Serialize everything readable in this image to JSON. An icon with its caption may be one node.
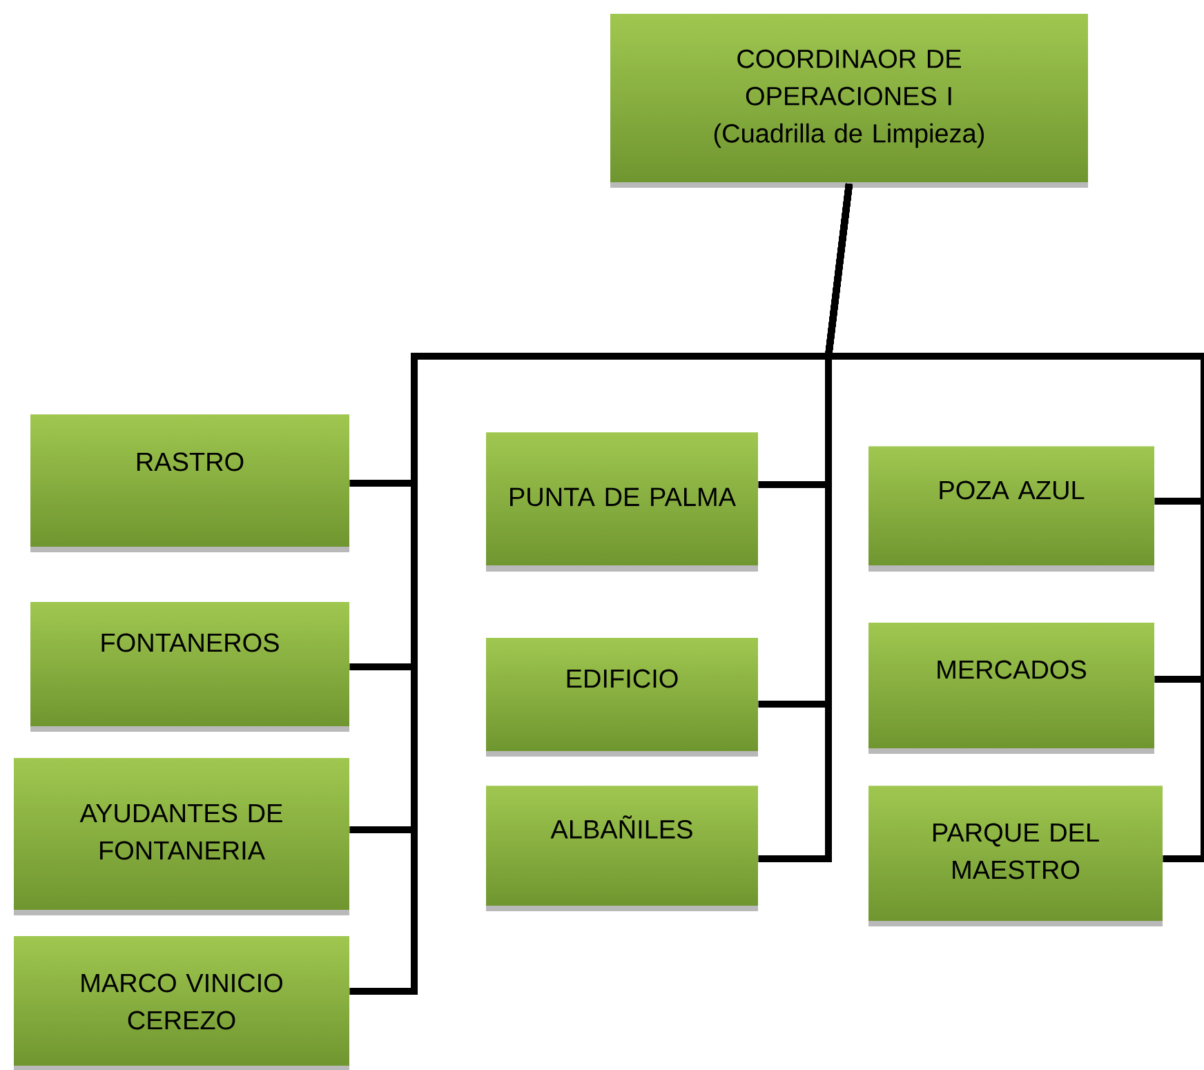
{
  "diagram": {
    "nodes": [
      {
        "text": [
          "COORDINAOR DE OPERACIONES I (Cuadrilla de Limpieza)"
        ]
      },
      {
        "text": [
          "RASTRO"
        ]
      },
      {
        "text": [
          "FONTANEROS"
        ]
      },
      {
        "text": [
          "AYUDANTES DE FONTANERIA"
        ]
      },
      {
        "text": [
          "MARCO VINICIO CEREZO"
        ]
      },
      {
        "text": [
          "PUNTA DE PALMA"
        ]
      },
      {
        "text": [
          "EDIFICIO"
        ]
      },
      {
        "text": [
          "ALBAÑILES"
        ]
      },
      {
        "text": [
          "POZA AZUL"
        ]
      },
      {
        "text": [
          "MERCADOS"
        ]
      },
      {
        "text": [
          "PARQUE DEL MAESTRO"
        ]
      }
    ],
    "edges": [
      {
        "from": 0,
        "to": 1,
        "arrow": "none"
      },
      {
        "from": 0,
        "to": 2,
        "arrow": "none"
      },
      {
        "from": 0,
        "to": 3,
        "arrow": "none"
      },
      {
        "from": 0,
        "to": 4,
        "arrow": "none"
      },
      {
        "from": 0,
        "to": 5,
        "arrow": "none"
      },
      {
        "from": 0,
        "to": 6,
        "arrow": "none"
      },
      {
        "from": 0,
        "to": 7,
        "arrow": "none"
      },
      {
        "from": 0,
        "to": 8,
        "arrow": "none"
      },
      {
        "from": 0,
        "to": 9,
        "arrow": "none"
      },
      {
        "from": 0,
        "to": 10,
        "arrow": "none"
      }
    ]
  }
}
